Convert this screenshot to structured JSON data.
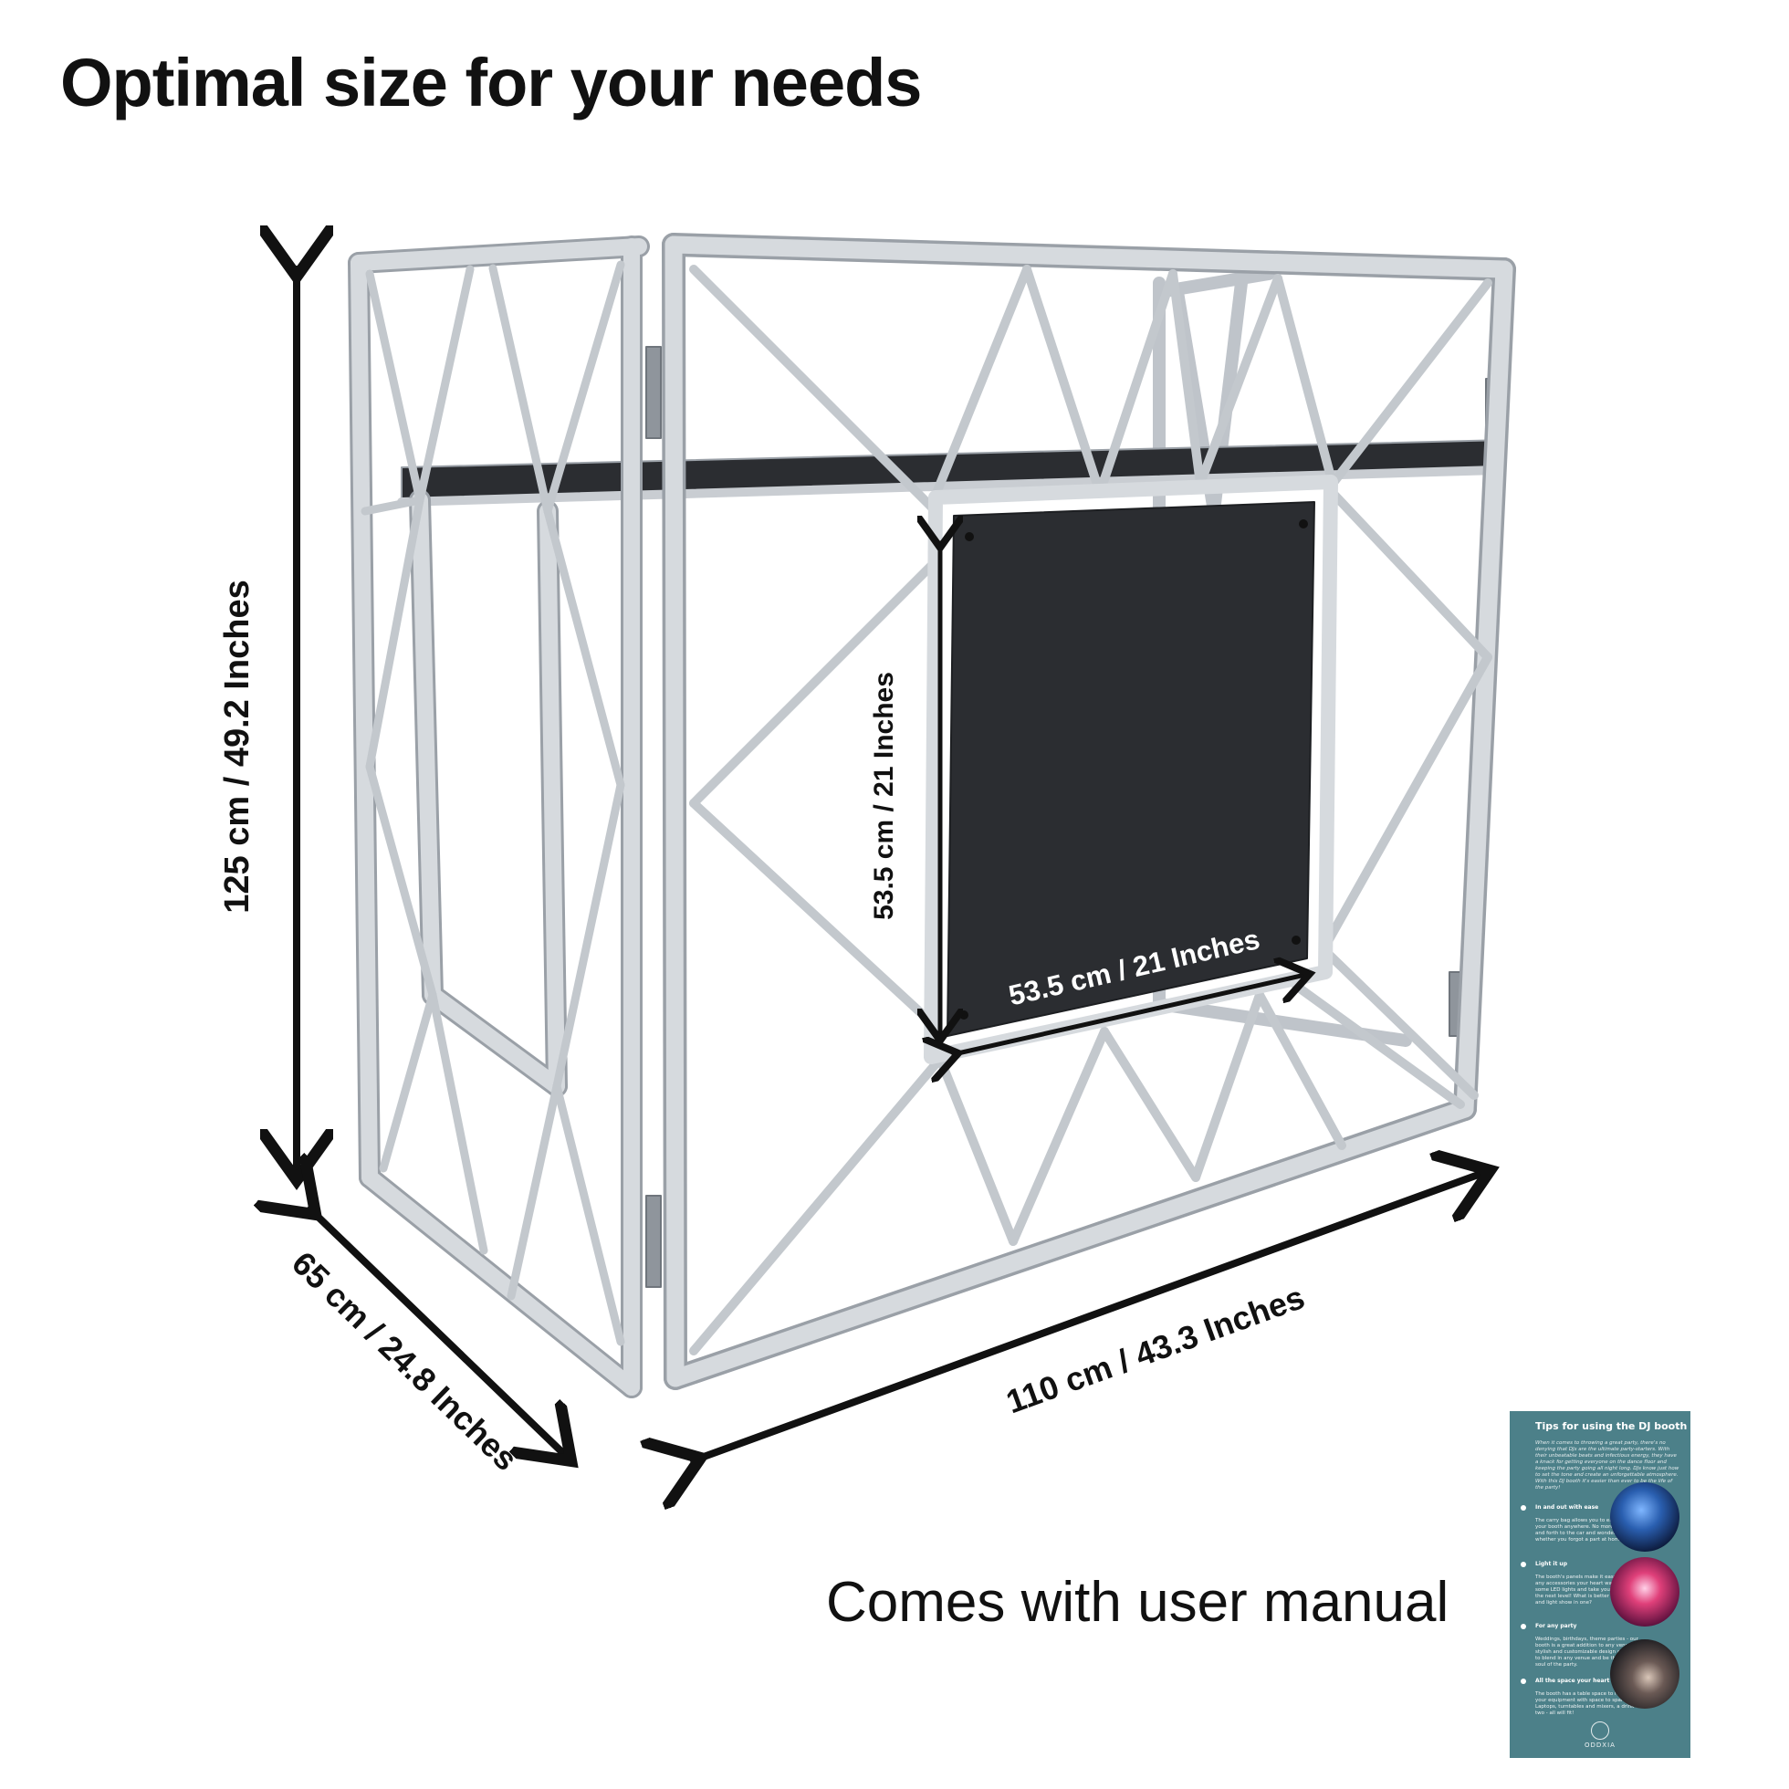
{
  "headline": "Optimal size for your needs",
  "dimensions": {
    "height": "125 cm / 49.2 Inches",
    "depth": "65 cm / 24.8 Inches",
    "width": "110 cm / 43.3 Inches",
    "panel_height": "53.5 cm / 21 Inches",
    "panel_width": "53.5 cm / 21 Inches"
  },
  "manual_caption": "Comes with user manual",
  "manual": {
    "title": "Tips for using the DJ booth",
    "intro": "When it comes to throwing a great party, there's no denying that DJs are the ultimate party-starters. With their unbeatable beats and infectious energy, they have a knack for getting everyone on the dance floor and keeping the party going all night long. DJs know just how to set the tone and create an unforgettable atmosphere. With this DJ booth it's easier than ever to be the life of the party!",
    "sections": [
      {
        "heading": "In and out with ease",
        "body": "The carry bag allows you to easily take your booth anywhere. No more trips back and forth to the car and wondering whether you forgot a part at home!"
      },
      {
        "heading": "Light it up",
        "body": "The booth's panels make it easy to add any accessories your heart wants! Attach some LED lights and take your DJ booth to the next level! What is better than a music and light show in one?"
      },
      {
        "heading": "For any party",
        "body": "Weddings, birthdays, theme parties - our booth is a great addition to any venue. The stylish and customizable design allows you to blend in any venue and be the life and soul of the party."
      },
      {
        "heading": "All the space your heart desires",
        "body": "The booth has a table space to hold all your equipment with space to spare. Laptops, turntables and mixers, a drink or two - all will fit!"
      }
    ],
    "brand": "ODDXIA"
  },
  "colors": {
    "frame": "#c9cdd2",
    "frame_edge": "#9aa0a7",
    "panel": "#2b2d31",
    "arrow": "#111111",
    "manual_bg": "#4c8089"
  }
}
